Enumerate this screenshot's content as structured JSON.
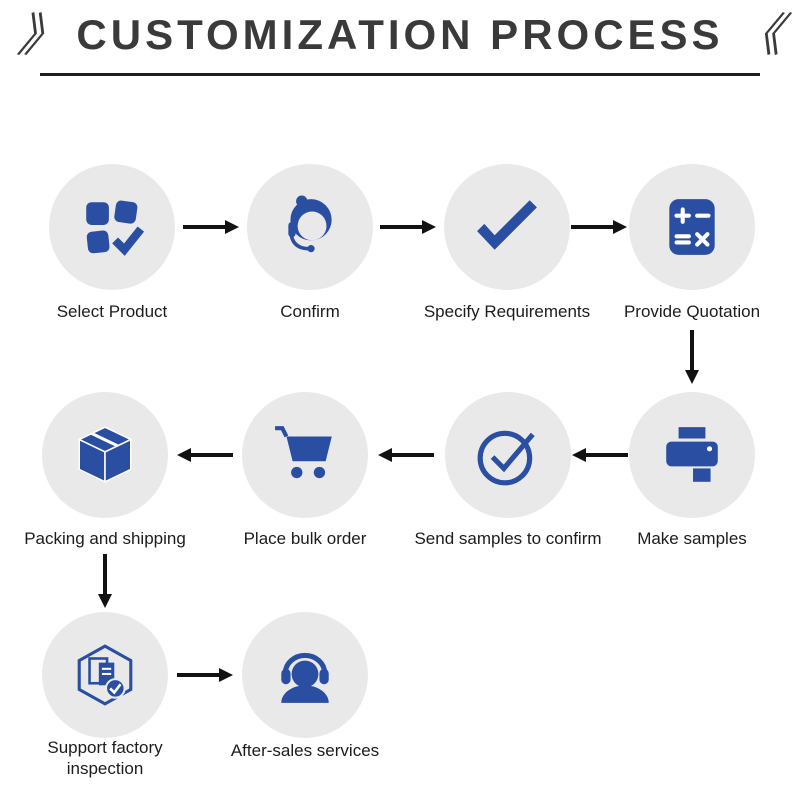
{
  "title": {
    "left_mark": "》",
    "text": "CUSTOMIZATION PROCESS",
    "right_mark": "《"
  },
  "colors": {
    "icon_blue": "#2a4fa2",
    "circle_bg": "#e9e9ea",
    "arrow": "#121212",
    "title": "#3a3a3a",
    "label": "#1c1c1c"
  },
  "rows": [
    {
      "flow": "left-to-right",
      "steps": [
        {
          "label": "Select Product",
          "icon": "product-grid-check-icon"
        },
        {
          "label": "Confirm",
          "icon": "customer-service-agent-icon"
        },
        {
          "label": "Specify Requirements",
          "icon": "checkmark-icon"
        },
        {
          "label": "Provide Quotation",
          "icon": "calculator-icon"
        }
      ]
    },
    {
      "flow": "right-to-left",
      "steps": [
        {
          "label": "Packing and shipping",
          "icon": "package-box-icon"
        },
        {
          "label": "Place bulk order",
          "icon": "shopping-cart-icon"
        },
        {
          "label": "Send samples to confirm",
          "icon": "circle-check-icon"
        },
        {
          "label": "Make samples",
          "icon": "printer-icon"
        }
      ]
    },
    {
      "flow": "left-to-right",
      "steps": [
        {
          "label": "Support factory inspection",
          "icon": "factory-inspection-badge-icon"
        },
        {
          "label": "After-sales services",
          "icon": "headset-support-icon"
        }
      ]
    }
  ]
}
